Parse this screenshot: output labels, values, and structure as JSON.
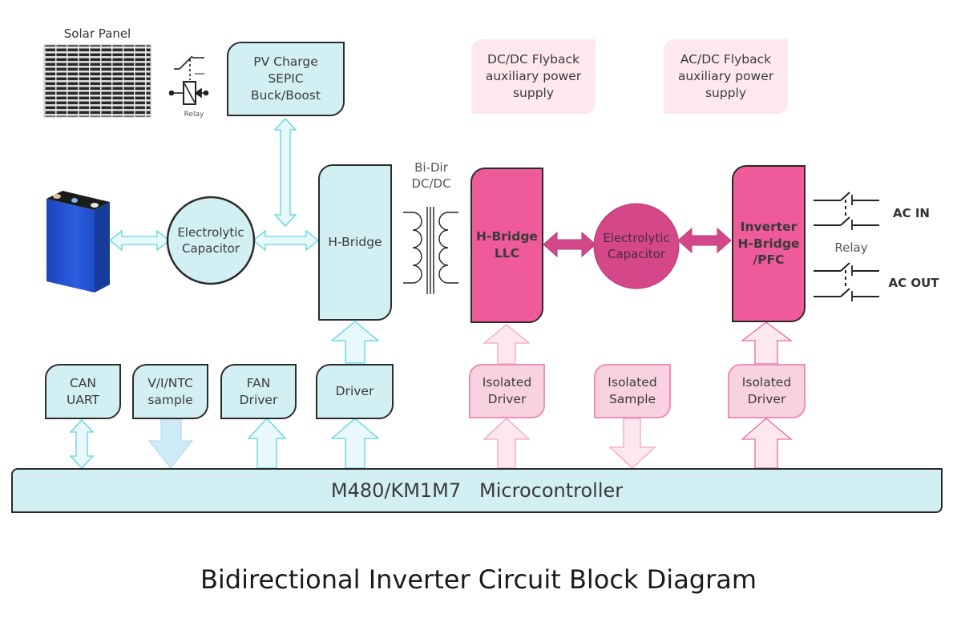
{
  "title": "Bidirectional Inverter Circuit Block Diagram",
  "colors": {
    "blue_fill": "#d2f0f4",
    "blue_arrow_stroke": "#5fd4e4",
    "pink_fill": "#ee5a9a",
    "pink_cap_fill": "#d4488a",
    "light_pink_fill": "#f9d2e2",
    "aux_fill": "#fde8ee",
    "battery_blue": "#1f4fc4"
  },
  "top_row": {
    "solar_panel_label": "Solar Panel",
    "relay_small_label": "Relay",
    "pv_charge": [
      "PV Charge",
      "SEPIC",
      "Buck/Boost"
    ],
    "dcdc_flyback": [
      "DC/DC Flyback",
      "auxiliary power",
      "supply"
    ],
    "acdc_flyback": [
      "AC/DC Flyback",
      "auxiliary power",
      "supply"
    ]
  },
  "middle_row": {
    "battery": "battery-icon",
    "electrolytic_cap_left": [
      "Electrolytic",
      "Capacitor"
    ],
    "h_bridge_left": "H-Bridge",
    "transformer_label": [
      "Bi-Dir",
      "DC/DC"
    ],
    "h_bridge_llc": [
      "H-Bridge",
      "LLC"
    ],
    "electrolytic_cap_right": [
      "Electrolytic",
      "Capacitor"
    ],
    "inverter": [
      "Inverter",
      "H-Bridge",
      "/PFC"
    ],
    "relay_label": "Relay",
    "ac_in": "AC IN",
    "ac_out": "AC OUT"
  },
  "bottom_row": {
    "can_uart": [
      "CAN",
      "UART"
    ],
    "vi_ntc": [
      "V/I/NTC",
      "sample"
    ],
    "fan_driver": [
      "FAN",
      "Driver"
    ],
    "driver": "Driver",
    "isolated_driver_1": [
      "Isolated",
      "Driver"
    ],
    "isolated_sample": [
      "Isolated",
      "Sample"
    ],
    "isolated_driver_2": [
      "Isolated",
      "Driver"
    ]
  },
  "microcontroller": "M480/KM1M7   Microcontroller"
}
